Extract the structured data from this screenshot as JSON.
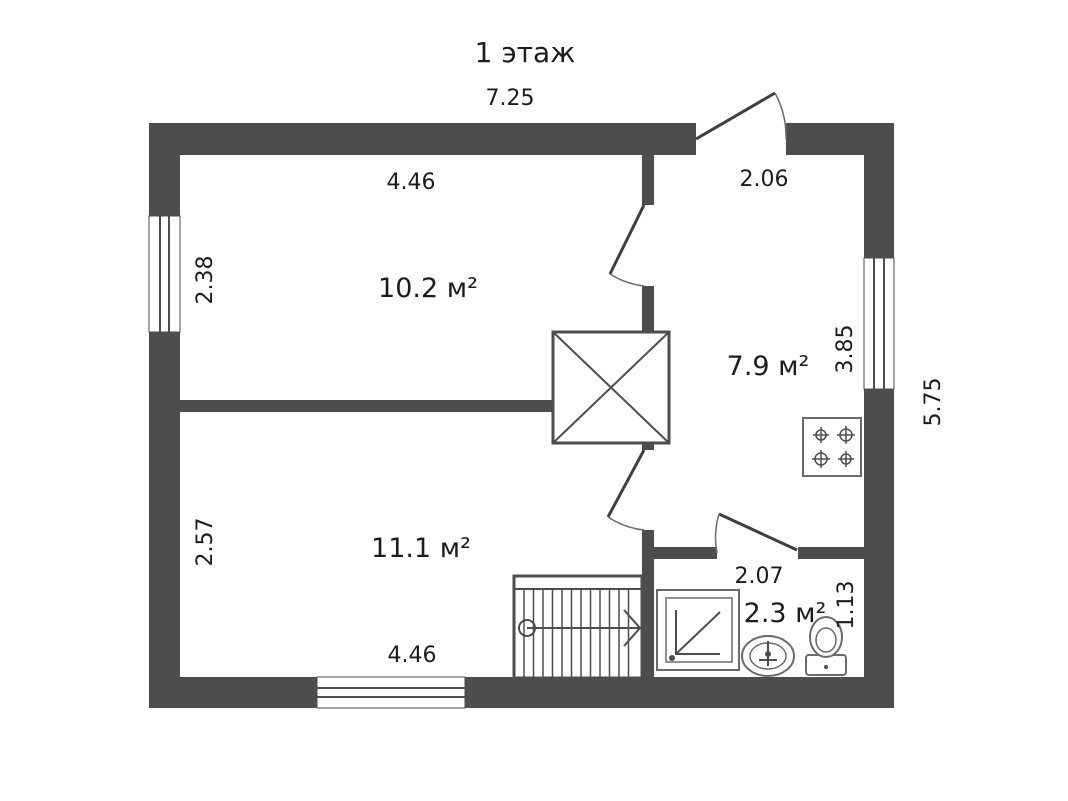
{
  "title": "1 этаж",
  "dimensions": {
    "overall_width": "7.25",
    "overall_height": "5.75",
    "room1_width": "4.46",
    "room1_height": "2.38",
    "room2_width": "4.46",
    "room2_height": "2.57",
    "kitchen_width": "2.06",
    "kitchen_height": "3.85",
    "bath_width": "2.07",
    "bath_height": "1.13"
  },
  "areas": {
    "room1": "10.2 м²",
    "room2": "11.1 м²",
    "kitchen": "7.9 м²",
    "bath": "2.3 м²"
  },
  "colors": {
    "wall": "#4d4d4f",
    "background": "#ffffff"
  }
}
